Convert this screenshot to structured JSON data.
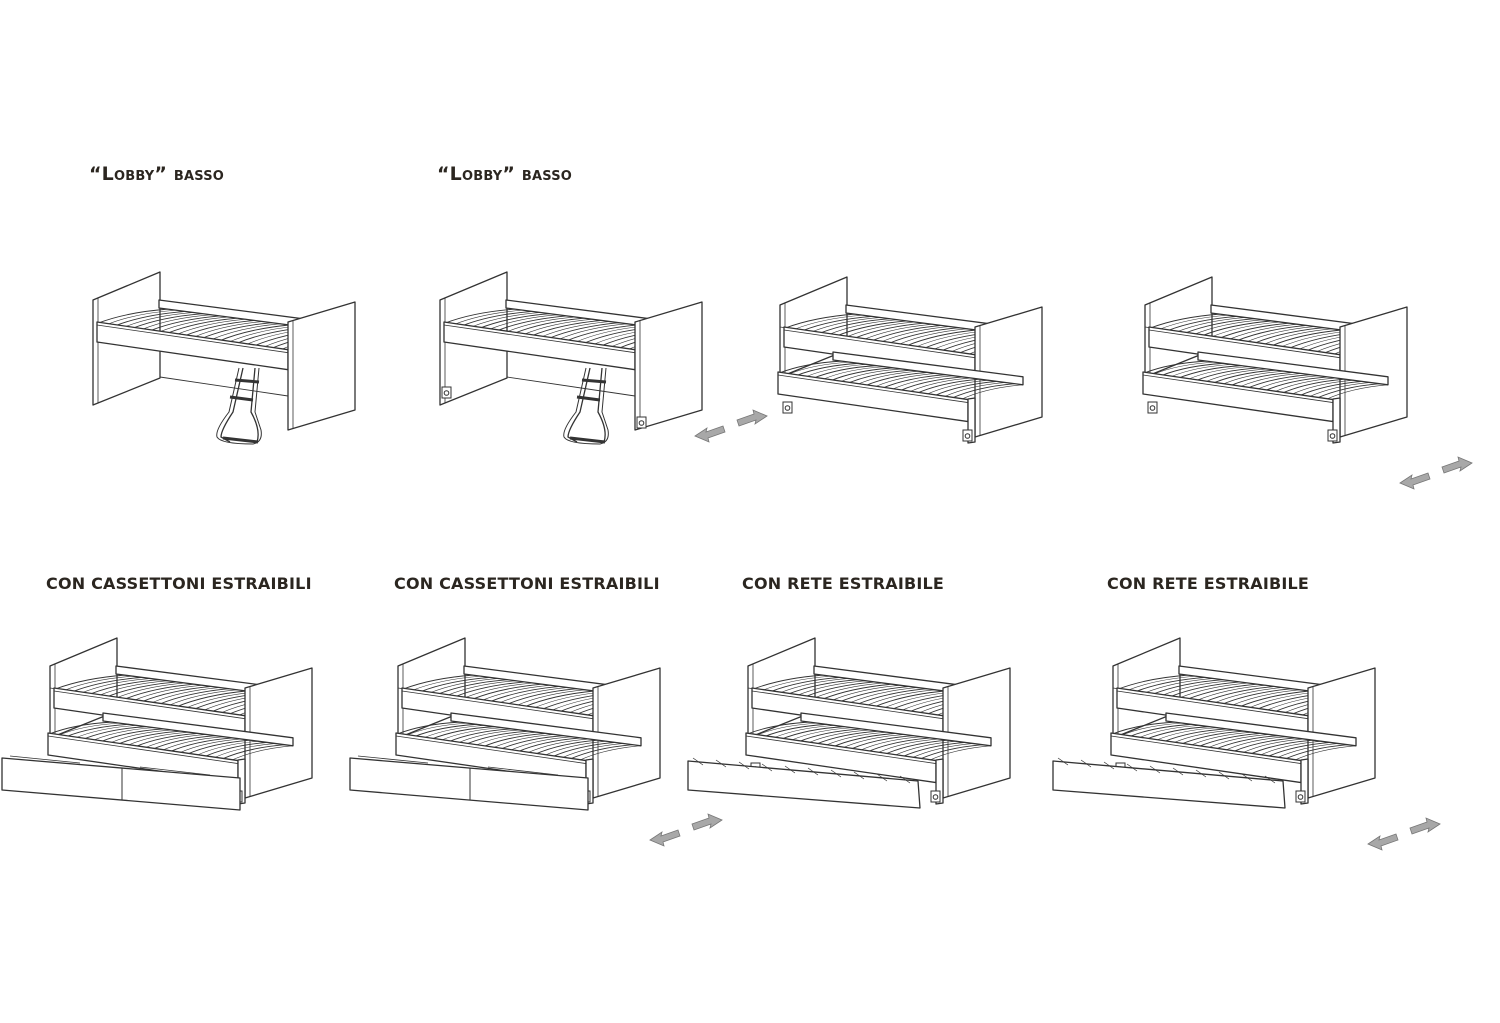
{
  "titles": {
    "lobby_1": "“Lobby” basso",
    "lobby_2": "“Lobby” basso",
    "cassettoni_1": "CON CASSETTONI ESTRAIBILI",
    "cassettoni_2": "CON CASSETTONI ESTRAIBILI",
    "rete_1": "CON RETE ESTRAIBILE",
    "rete_2": "CON RETE ESTRAIBILE"
  },
  "colors": {
    "ink": "#2b2620",
    "line": "#333333",
    "arrow": "#9a9a9a"
  },
  "beds": [
    {
      "variant": "ladder"
    },
    {
      "variant": "ladder-wheels",
      "arrows": true
    },
    {
      "variant": "trundle-rete"
    },
    {
      "variant": "trundle-rete",
      "arrows": true
    },
    {
      "variant": "drawers"
    },
    {
      "variant": "drawers",
      "arrows": true
    },
    {
      "variant": "trundle-double"
    },
    {
      "variant": "trundle-double",
      "arrows": true
    }
  ]
}
